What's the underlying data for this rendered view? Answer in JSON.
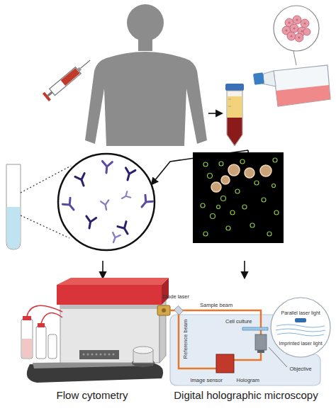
{
  "diagram": {
    "nodes": [
      {
        "text": [
          "Flow cytometry"
        ]
      },
      {
        "text": [
          "Digital holographic microscopy"
        ]
      }
    ],
    "labels": [
      "Diode laser",
      "Sample beam",
      "Reference beam",
      "Cell culture",
      "Parallel laser light",
      "Imprinted laser light",
      "Objective",
      "Image sensor",
      "Hologram"
    ]
  }
}
